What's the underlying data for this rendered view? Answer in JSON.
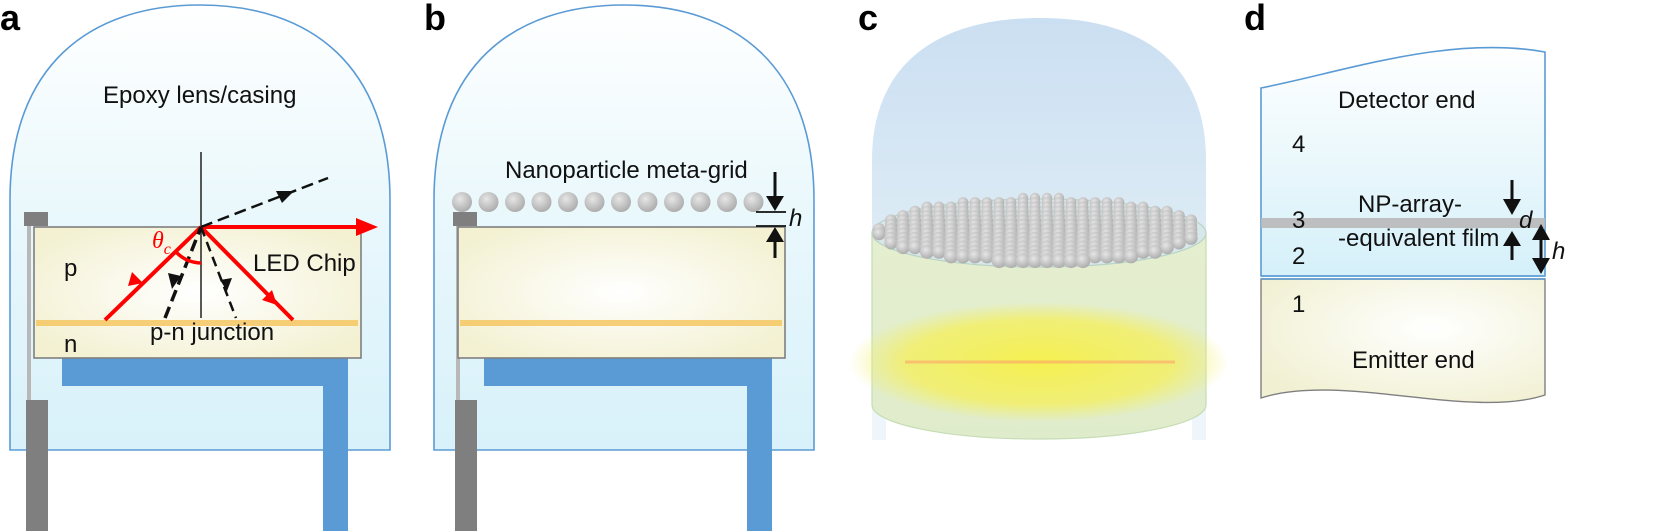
{
  "panels": {
    "a": {
      "label": "a",
      "lens_label": "Epoxy lens/casing",
      "p_label": "p",
      "n_label": "n",
      "chip_label": "LED Chip",
      "junction_label": "p-n junction",
      "angle_symbol": "θ",
      "angle_subscript": "c"
    },
    "b": {
      "label": "b",
      "grid_label": "Nanoparticle meta-grid",
      "height_label": "h"
    },
    "c": {
      "label": "c"
    },
    "d": {
      "label": "d",
      "detector_label": "Detector end",
      "emitter_label": "Emitter end",
      "film_label_line1": "NP-array-",
      "film_label_line2": "-equivalent film",
      "region_4": "4",
      "region_3": "3",
      "region_2": "2",
      "region_1": "1",
      "thickness_label": "d",
      "height_label": "h"
    }
  },
  "colors": {
    "lens_outline": "#5b9bd5",
    "lens_fill": "#e8f7fc",
    "chip_fill": "#f7f6dc",
    "junction": "#f5c35a",
    "lead_blue": "#5b9bd5",
    "lead_gray": "#7f7f7f",
    "ray_red": "#ff0000",
    "np_gray": "#b8b8b8",
    "dome_blue": "#cfe2f3",
    "glow_yellow": "#f3ef58"
  }
}
